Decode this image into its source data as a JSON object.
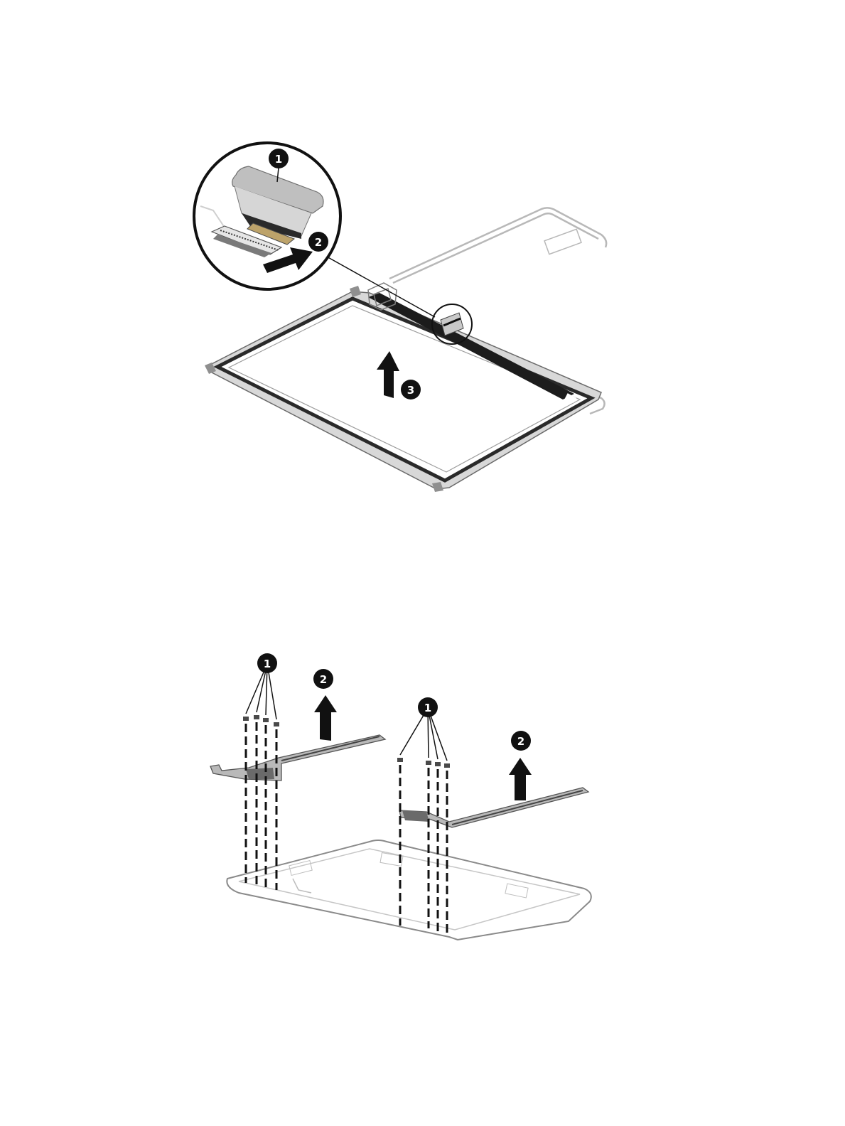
{
  "colors": {
    "ink": "#111111",
    "line": "#1a1a1a",
    "part_gray": "#9a9a9a",
    "bezel_dark": "#2a2a2a",
    "cable_gray": "#bcbcbc",
    "paper": "#ffffff"
  },
  "figure_top": {
    "callouts": [
      {
        "id": "1",
        "label": "1"
      },
      {
        "id": "2",
        "label": "2"
      },
      {
        "id": "3",
        "label": "3"
      }
    ],
    "arrows": [
      {
        "id": "push-arrow",
        "icon": "arrow-right-icon"
      },
      {
        "id": "lift-arrow",
        "icon": "arrow-up-icon"
      }
    ]
  },
  "figure_bottom": {
    "callouts": [
      {
        "id": "left-1",
        "label": "1"
      },
      {
        "id": "left-2",
        "label": "2"
      },
      {
        "id": "right-1",
        "label": "1"
      },
      {
        "id": "right-2",
        "label": "2"
      }
    ],
    "arrows": [
      {
        "id": "left-lift-arrow",
        "icon": "arrow-up-icon"
      },
      {
        "id": "right-lift-arrow",
        "icon": "arrow-up-icon"
      }
    ]
  }
}
